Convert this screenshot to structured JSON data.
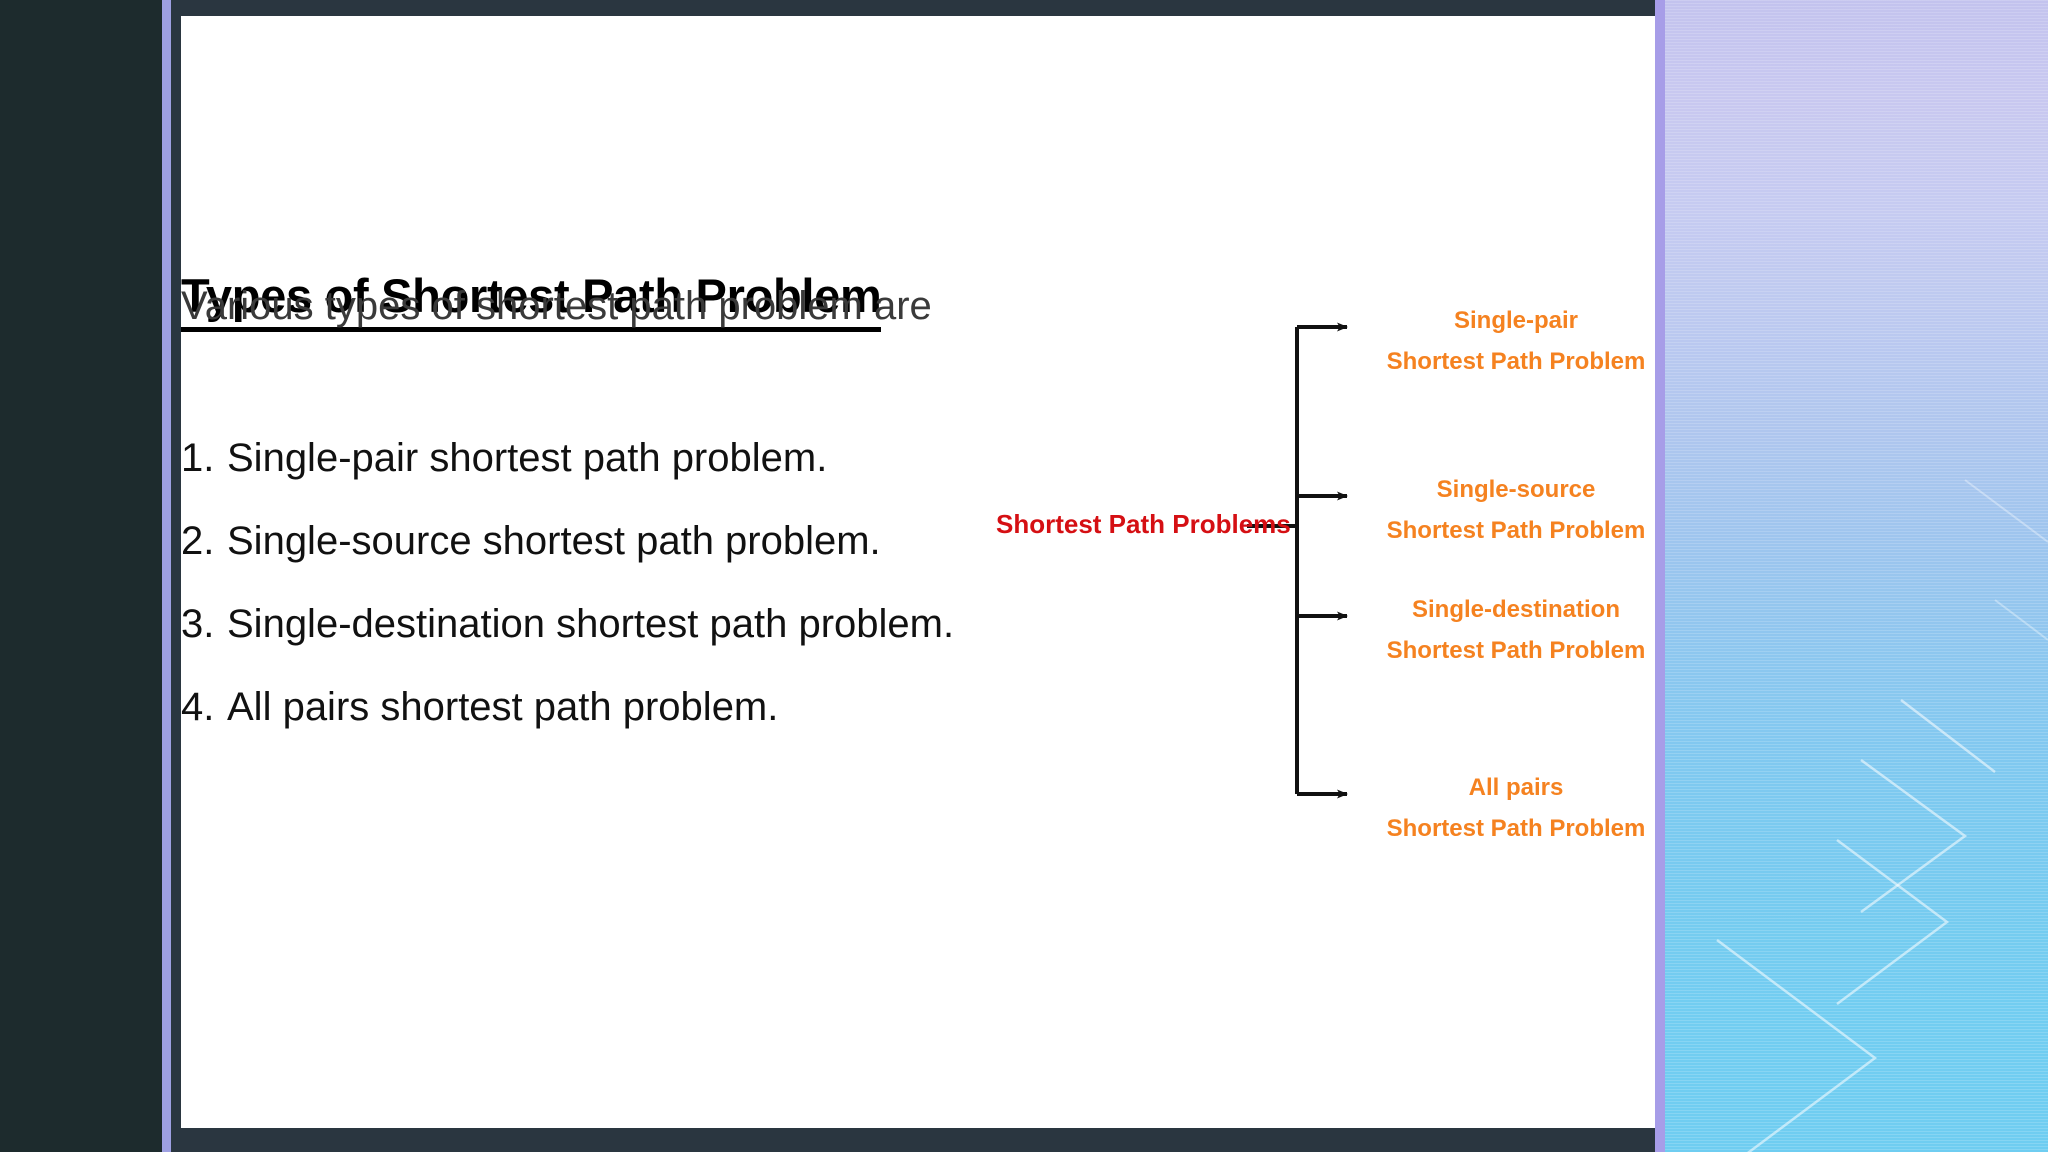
{
  "slide": {
    "title": "Types of Shortest Path Problem",
    "intro": "Various types of shortest path problem are",
    "list": [
      {
        "number": "1.",
        "text": "Single-pair shortest path problem."
      },
      {
        "number": "2.",
        "text": "Single-source shortest path problem."
      },
      {
        "number": "3.",
        "text": "Single-destination shortest path problem."
      },
      {
        "number": "4.",
        "text": "All pairs shortest path problem."
      }
    ]
  },
  "diagram": {
    "root_label": "Shortest Path Problems",
    "branches": [
      {
        "line1": "Single-pair",
        "line2": "Shortest Path Problem"
      },
      {
        "line1": "Single-source",
        "line2": "Shortest Path Problem"
      },
      {
        "line1": "Single-destination",
        "line2": "Shortest Path Problem"
      },
      {
        "line1": "All pairs",
        "line2": "Shortest Path Problem"
      }
    ]
  },
  "colors": {
    "root_text": "#d50f13",
    "branch_text": "#f58220",
    "slide_background": "#ffffff",
    "frame_background": "#1d2b2d",
    "accent_rule": "#9ea0e2"
  }
}
